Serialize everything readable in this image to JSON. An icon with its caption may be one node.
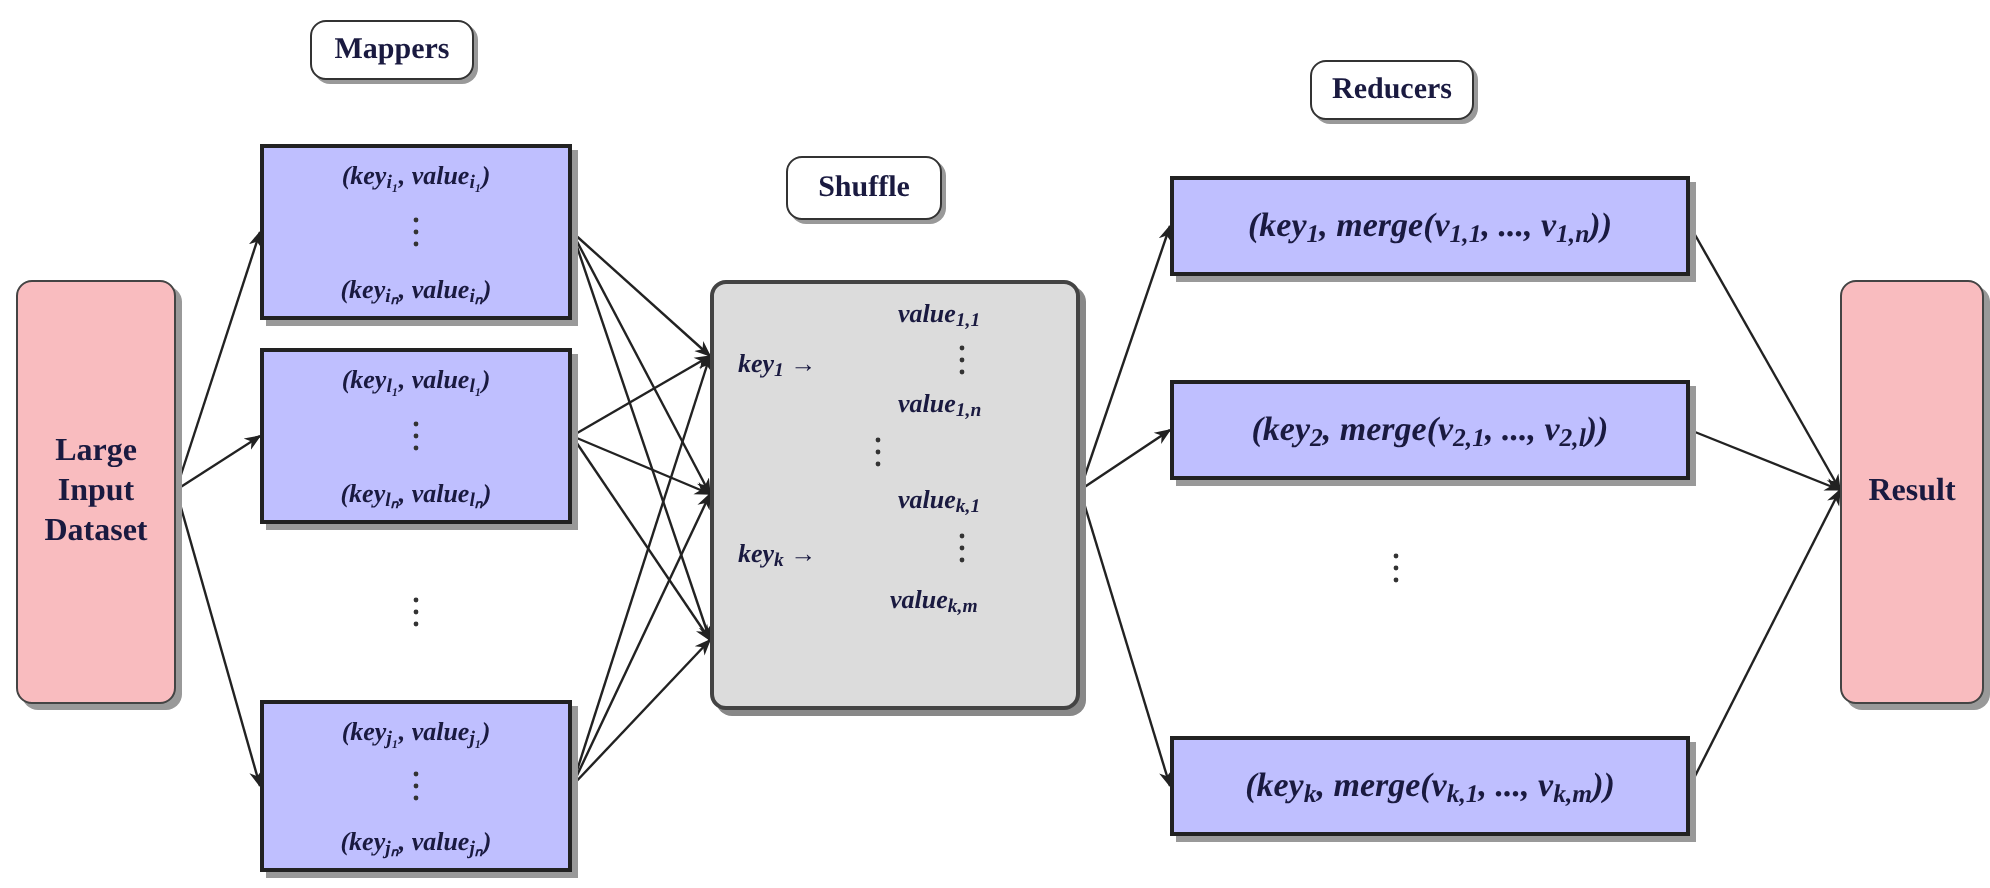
{
  "diagram": {
    "nodes": [
      {
        "text": [
          "Mappers"
        ]
      },
      {
        "text": [
          "Shuffle"
        ]
      },
      {
        "text": [
          "Reducers"
        ]
      },
      {
        "text": [
          "Large Input Dataset"
        ]
      },
      {
        "text": [
          "(key$_{i₁}$, value$_{i₁}$)",
          "(key$_{iₙ}$, value$_{iₙ}$)"
        ]
      },
      {
        "text": [
          "(key$_{l₁}$, value$_{l₁}$)",
          "(key$_{lₙ}$, value$_{lₙ}$)"
        ]
      },
      {
        "text": [
          "(key$_{j₁}$, value$_{j₁}$)",
          "(key$_{jₙ}$, value$_{jₙ}$)"
        ]
      },
      {
        "text": [
          "key$_{1}$ →",
          "value$_{1,1}$",
          "value$_{1,n}$",
          "value$_{k,1}$",
          "key$_{k}$ →",
          "value$_{k,m}$"
        ]
      },
      {
        "text": [
          "(key$_{1}$, merge(v$_{1,1}$, ..., v$_{1,n}$))"
        ]
      },
      {
        "text": [
          "(key$_{2}$, merge(v$_{2,1}$, ..., v$_{2,l}$))"
        ]
      },
      {
        "text": [
          "(key$_{k}$, merge(v$_{k,1}$, ..., v$_{k,m}$))"
        ]
      },
      {
        "text": [
          "Result"
        ]
      }
    ],
    "edges": [
      {
        "from": 3,
        "to": 4,
        "arrow": "to"
      },
      {
        "from": 3,
        "to": 5,
        "arrow": "to"
      },
      {
        "from": 3,
        "to": 6,
        "arrow": "to"
      },
      {
        "from": 4,
        "to": 7,
        "arrow": "to"
      },
      {
        "from": 4,
        "to": 7,
        "arrow": "to"
      },
      {
        "from": 4,
        "to": 7,
        "arrow": "to"
      },
      {
        "from": 5,
        "to": 7,
        "arrow": "to"
      },
      {
        "from": 5,
        "to": 7,
        "arrow": "to"
      },
      {
        "from": 5,
        "to": 7,
        "arrow": "to"
      },
      {
        "from": 6,
        "to": 7,
        "arrow": "to"
      },
      {
        "from": 6,
        "to": 7,
        "arrow": "to"
      },
      {
        "from": 6,
        "to": 7,
        "arrow": "to"
      },
      {
        "from": 7,
        "to": 8,
        "arrow": "to"
      },
      {
        "from": 7,
        "to": 9,
        "arrow": "to"
      },
      {
        "from": 7,
        "to": 10,
        "arrow": "to"
      },
      {
        "from": 8,
        "to": 11,
        "arrow": "to"
      },
      {
        "from": 9,
        "to": 11,
        "arrow": "to"
      },
      {
        "from": 10,
        "to": 11,
        "arrow": "to"
      }
    ]
  }
}
